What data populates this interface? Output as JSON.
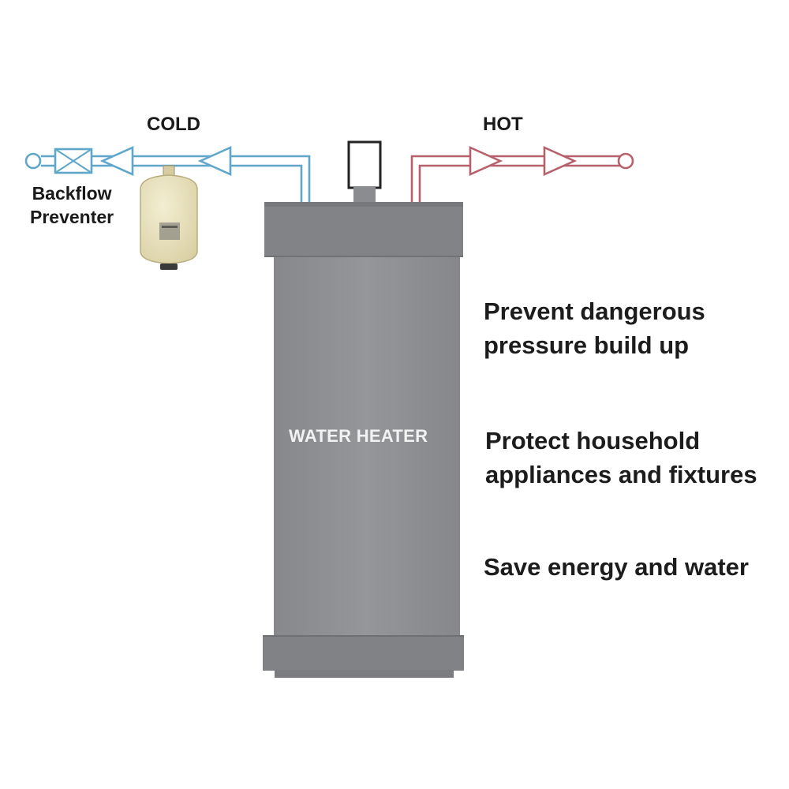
{
  "labels": {
    "cold": "COLD",
    "hot": "HOT",
    "backflow_line1": "Backflow",
    "backflow_line2": "Preventer",
    "tank": "WATER HEATER"
  },
  "benefits": [
    {
      "line1": "Prevent dangerous",
      "line2": "pressure build up"
    },
    {
      "line1": "Protect household",
      "line2": "appliances and fixtures"
    },
    {
      "line1": "Save energy and water",
      "line2": ""
    }
  ],
  "colors": {
    "cold_pipe": "#5fa6c9",
    "hot_pipe": "#b5606a",
    "tank_body": "#8e9093",
    "tank_band": "#808285",
    "expansion_tank": "#e9e2bf"
  },
  "icons": {
    "backflow_valve": "backflow-valve-icon",
    "expansion_tank": "expansion-tank-icon",
    "flue": "flue-pipe-icon"
  }
}
